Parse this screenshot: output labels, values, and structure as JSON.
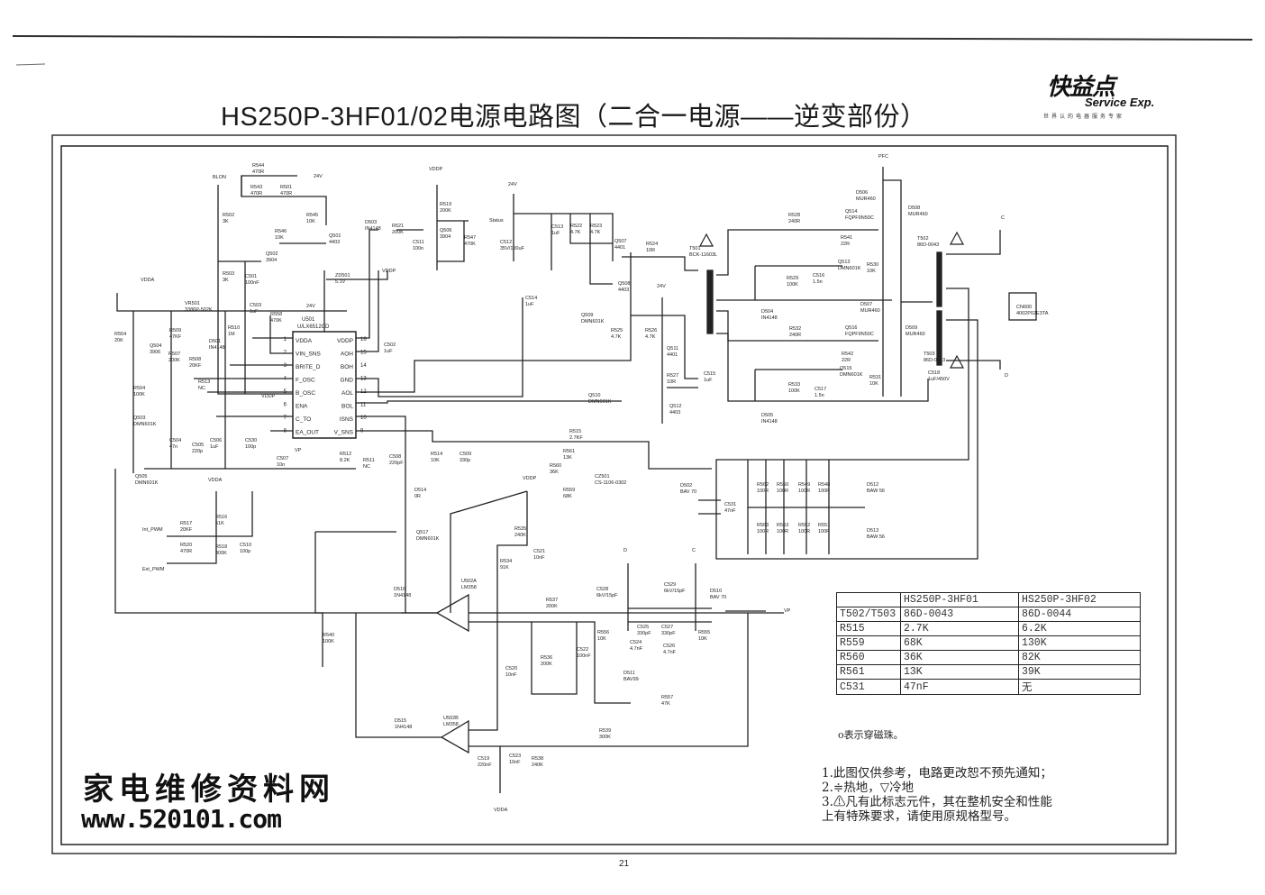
{
  "title": "HS250P-3HF01/02电源电路图（二合一电源——逆变部份）",
  "logo": {
    "cn": "快益点",
    "en": "Service Exp.",
    "sub": "世界认的电器服务专家"
  },
  "page_number": "21",
  "watermark": {
    "cn": "家电维修资料网",
    "url": "www.520101.com"
  },
  "ic": {
    "ref": "U501",
    "part": "U/LX6512CD",
    "left_pins": [
      {
        "num": "1",
        "name": "VDDA"
      },
      {
        "num": "2",
        "name": "VIN_SNS"
      },
      {
        "num": "3",
        "name": "BRITE_D"
      },
      {
        "num": "4",
        "name": "F_OSC"
      },
      {
        "num": "5",
        "name": "B_OSC"
      },
      {
        "num": "6",
        "name": "ENA"
      },
      {
        "num": "7",
        "name": "C_TO"
      },
      {
        "num": "8",
        "name": "EA_OUT"
      }
    ],
    "right_pins": [
      {
        "num": "16",
        "name": "VDDP"
      },
      {
        "num": "15",
        "name": "AOH"
      },
      {
        "num": "14",
        "name": "BOH"
      },
      {
        "num": "13",
        "name": "GND"
      },
      {
        "num": "12",
        "name": "AOL"
      },
      {
        "num": "11",
        "name": "BOL"
      },
      {
        "num": "10",
        "name": "ISNS"
      },
      {
        "num": "9",
        "name": "V_SNS"
      }
    ]
  },
  "nets": [
    "BLON",
    "24V",
    "24V",
    "VDDA",
    "VDDP",
    "VDDP",
    "VP",
    "VDDP",
    "Status",
    "24V",
    "24V",
    "PFC",
    "C",
    "D",
    "VDDA",
    "Int_PWM",
    "Ext_PWM",
    "VDDP",
    "D",
    "C",
    "VP",
    "VDDA"
  ],
  "parts": [
    {
      "ref": "R544",
      "value": "470R"
    },
    {
      "ref": "R543",
      "value": "470R"
    },
    {
      "ref": "R501",
      "value": "470R"
    },
    {
      "ref": "R545",
      "value": "10K"
    },
    {
      "ref": "R546",
      "value": "10K"
    },
    {
      "ref": "Q501",
      "value": "4403"
    },
    {
      "ref": "Q502",
      "value": "3904"
    },
    {
      "ref": "R502",
      "value": "3K"
    },
    {
      "ref": "R503",
      "value": "3K"
    },
    {
      "ref": "C501",
      "value": "100nF"
    },
    {
      "ref": "ZD501",
      "value": "5.1V"
    },
    {
      "ref": "C503",
      "value": "1uF"
    },
    {
      "ref": "R558",
      "value": "470K"
    },
    {
      "ref": "VR501",
      "value": "3386P-502K"
    },
    {
      "ref": "R509",
      "value": "47KF"
    },
    {
      "ref": "R507",
      "value": "200K"
    },
    {
      "ref": "R508",
      "value": "20KF"
    },
    {
      "ref": "R510",
      "value": "1M"
    },
    {
      "ref": "D501",
      "value": "IN4148"
    },
    {
      "ref": "R554",
      "value": "20K"
    },
    {
      "ref": "Q504",
      "value": "3906"
    },
    {
      "ref": "R504",
      "value": "100K"
    },
    {
      "ref": "Q503",
      "value": "DMN601K"
    },
    {
      "ref": "Q505",
      "value": "DMN601K"
    },
    {
      "ref": "C504",
      "value": "47n"
    },
    {
      "ref": "C505",
      "value": "220p"
    },
    {
      "ref": "C506",
      "value": "1uF"
    },
    {
      "ref": "C530",
      "value": "100p"
    },
    {
      "ref": "C507",
      "value": "10n"
    },
    {
      "ref": "R513",
      "value": "NC"
    },
    {
      "ref": "R512",
      "value": "8.2K"
    },
    {
      "ref": "R511",
      "value": "NC"
    },
    {
      "ref": "C508",
      "value": "220pF"
    },
    {
      "ref": "D503",
      "value": "IN4148"
    },
    {
      "ref": "R521",
      "value": "200K"
    },
    {
      "ref": "C511",
      "value": "100n"
    },
    {
      "ref": "R519",
      "value": "200K"
    },
    {
      "ref": "Q506",
      "value": "3904"
    },
    {
      "ref": "R547",
      "value": "470K"
    },
    {
      "ref": "C502",
      "value": "1uF"
    },
    {
      "ref": "C512",
      "value": "35V/100uF"
    },
    {
      "ref": "C513",
      "value": "1uF"
    },
    {
      "ref": "R522",
      "value": "4.7K"
    },
    {
      "ref": "R523",
      "value": "4.7K"
    },
    {
      "ref": "Q507",
      "value": "4401"
    },
    {
      "ref": "R524",
      "value": "10R"
    },
    {
      "ref": "Q508",
      "value": "4403"
    },
    {
      "ref": "C514",
      "value": "1uF"
    },
    {
      "ref": "Q509",
      "value": "DMN601K"
    },
    {
      "ref": "R525",
      "value": "4.7K"
    },
    {
      "ref": "R526",
      "value": "4.7K"
    },
    {
      "ref": "Q511",
      "value": "4401"
    },
    {
      "ref": "R527",
      "value": "10R"
    },
    {
      "ref": "Q512",
      "value": "4403"
    },
    {
      "ref": "Q510",
      "value": "DMN601K"
    },
    {
      "ref": "C515",
      "value": "1uF"
    },
    {
      "ref": "T501",
      "value": "BCK-11603L"
    },
    {
      "ref": "R528",
      "value": "240R"
    },
    {
      "ref": "R541",
      "value": "22R"
    },
    {
      "ref": "Q513",
      "value": "DMN601K"
    },
    {
      "ref": "R529",
      "value": "100K"
    },
    {
      "ref": "C516",
      "value": "1.5n"
    },
    {
      "ref": "R530",
      "value": "10K"
    },
    {
      "ref": "Q514",
      "value": "FQPF9N50C"
    },
    {
      "ref": "D506",
      "value": "MUR460"
    },
    {
      "ref": "D508",
      "value": "MUR460"
    },
    {
      "ref": "D504",
      "value": "IN4148"
    },
    {
      "ref": "D507",
      "value": "MUR460"
    },
    {
      "ref": "Q516",
      "value": "FQPF9N50C"
    },
    {
      "ref": "R532",
      "value": "240R"
    },
    {
      "ref": "R542",
      "value": "22R"
    },
    {
      "ref": "Q515",
      "value": "DMN601K"
    },
    {
      "ref": "R533",
      "value": "100K"
    },
    {
      "ref": "C517",
      "value": "1.5n"
    },
    {
      "ref": "R531",
      "value": "10K"
    },
    {
      "ref": "D505",
      "value": "IN4148"
    },
    {
      "ref": "D509",
      "value": "MUR460"
    },
    {
      "ref": "T502",
      "value": "86D-0043"
    },
    {
      "ref": "T503",
      "value": "86D-0043"
    },
    {
      "ref": "C518",
      "value": "1uF/450V"
    },
    {
      "ref": "CN600",
      "value": "4002P02E3TA"
    },
    {
      "ref": "R515",
      "value": "2.7KF"
    },
    {
      "ref": "R561",
      "value": "13K"
    },
    {
      "ref": "R560",
      "value": "36K"
    },
    {
      "ref": "R559",
      "value": "68K"
    },
    {
      "ref": "CZ501",
      "value": "CS-1106-0302"
    },
    {
      "ref": "R514",
      "value": "10K"
    },
    {
      "ref": "C509",
      "value": "330p"
    },
    {
      "ref": "D514",
      "value": "0R"
    },
    {
      "ref": "Q517",
      "value": "DMN601K"
    },
    {
      "ref": "D502",
      "value": "BAV 70"
    },
    {
      "ref": "C531",
      "value": "47nF"
    },
    {
      "ref": "R562",
      "value": "100R"
    },
    {
      "ref": "R550",
      "value": "100R"
    },
    {
      "ref": "R549",
      "value": "100R"
    },
    {
      "ref": "R548",
      "value": "100R"
    },
    {
      "ref": "D512",
      "value": "BAW 56"
    },
    {
      "ref": "R563",
      "value": "100R"
    },
    {
      "ref": "R553",
      "value": "100R"
    },
    {
      "ref": "R552",
      "value": "100R"
    },
    {
      "ref": "R551",
      "value": "100R"
    },
    {
      "ref": "D513",
      "value": "BAW 56"
    },
    {
      "ref": "R535",
      "value": "240K"
    },
    {
      "ref": "C521",
      "value": "10nF"
    },
    {
      "ref": "R534",
      "value": "91K"
    },
    {
      "ref": "U502A",
      "value": "LM358"
    },
    {
      "ref": "R537",
      "value": "200K"
    },
    {
      "ref": "C528",
      "value": "6kV/15pF"
    },
    {
      "ref": "C529",
      "value": "6kV/15pF"
    },
    {
      "ref": "D510",
      "value": "BAV 70"
    },
    {
      "ref": "R556",
      "value": "10K"
    },
    {
      "ref": "C525",
      "value": "330pF"
    },
    {
      "ref": "C527",
      "value": "330pF"
    },
    {
      "ref": "C524",
      "value": "4.7nF"
    },
    {
      "ref": "C526",
      "value": "4.7nF"
    },
    {
      "ref": "R555",
      "value": "10K"
    },
    {
      "ref": "C520",
      "value": "10nF"
    },
    {
      "ref": "R536",
      "value": "200K"
    },
    {
      "ref": "C522",
      "value": "100nF"
    },
    {
      "ref": "D511",
      "value": "BAV99"
    },
    {
      "ref": "R557",
      "value": "47K"
    },
    {
      "ref": "U502B",
      "value": "LM358"
    },
    {
      "ref": "R539",
      "value": "300K"
    },
    {
      "ref": "C519",
      "value": "220nF"
    },
    {
      "ref": "C523",
      "value": "10nF"
    },
    {
      "ref": "R538",
      "value": "240K"
    },
    {
      "ref": "D515",
      "value": "1N4148"
    },
    {
      "ref": "D516",
      "value": "1N4148"
    },
    {
      "ref": "R540",
      "value": "100K"
    },
    {
      "ref": "R516",
      "value": "51K"
    },
    {
      "ref": "R517",
      "value": "20KF"
    },
    {
      "ref": "R520",
      "value": "470R"
    },
    {
      "ref": "R518",
      "value": "300K"
    },
    {
      "ref": "C510",
      "value": "100p"
    }
  ],
  "variant_table": {
    "headers": [
      "",
      "HS250P-3HF01",
      "HS250P-3HF02"
    ],
    "rows": [
      [
        "T502/T503",
        "86D-0043",
        "86D-0044"
      ],
      [
        "R515",
        "2.7K",
        "6.2K"
      ],
      [
        "R559",
        "68K",
        "130K"
      ],
      [
        "R560",
        "36K",
        "82K"
      ],
      [
        "R561",
        "13K",
        "39K"
      ],
      [
        "C531",
        "47nF",
        "无"
      ]
    ]
  },
  "bead_note": "o表示穿磁珠。",
  "notes": [
    "1.此图仅供参考，电路更改恕不预先通知；",
    "2.≑热地，▽冷地",
    "3.⚠凡有此标志元件，其在整机安全和性能",
    "上有特殊要求，请使用原规格型号。"
  ]
}
